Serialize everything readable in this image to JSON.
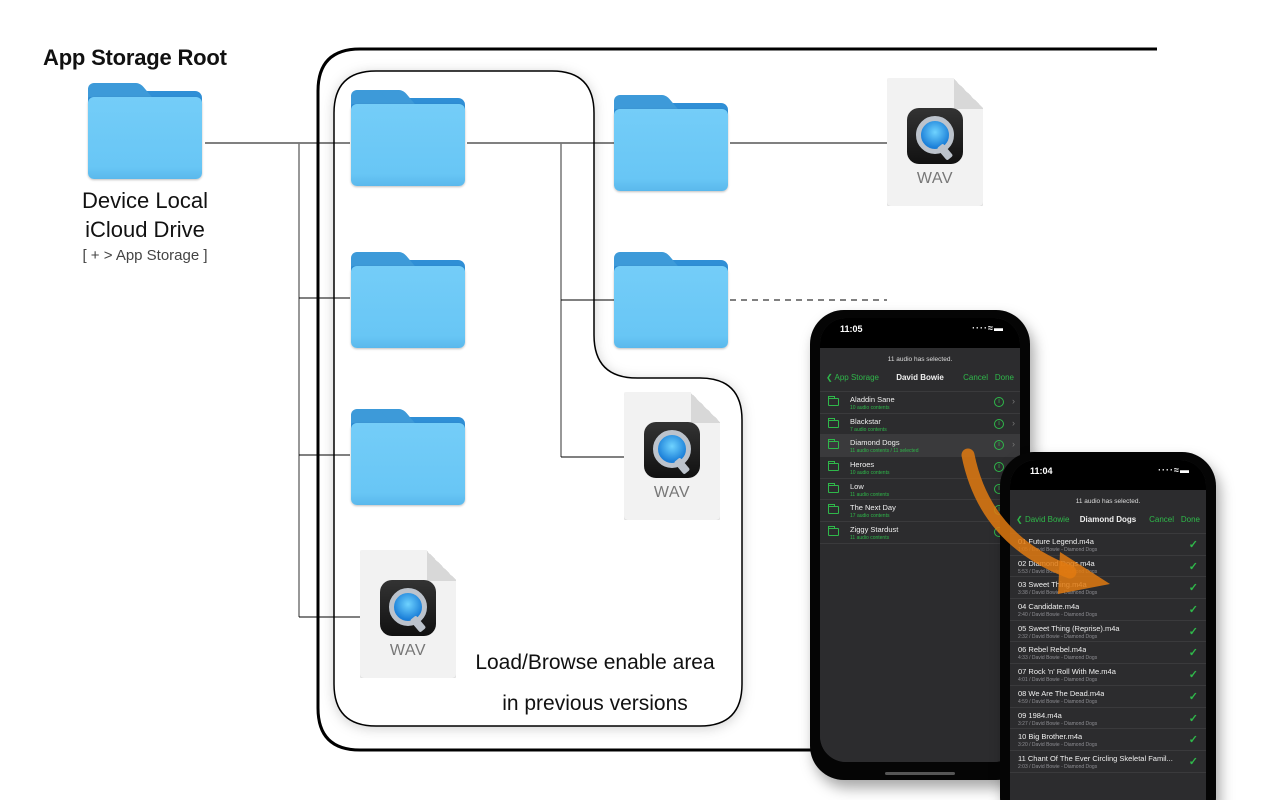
{
  "diagram": {
    "root_title": "App Storage Root",
    "root_label_line1": "Device Local",
    "root_label_line2": "iCloud Drive",
    "root_sublabel": "[ + > App Storage ]",
    "area_caption_line1": "Load/Browse enable area",
    "area_caption_line2": "in previous versions",
    "file_type_label": "WAV",
    "icons": {
      "folder": "folder-icon",
      "audio_file": "quicktime-wav-file-icon"
    },
    "colors": {
      "folder_blue": "#68c6f5",
      "accent_green": "#2fb84a",
      "arrow_orange": "#e07a10"
    }
  },
  "phone_albums": {
    "time": "11:05",
    "selection_message": "11 audio has selected.",
    "nav": {
      "back_label": "App Storage",
      "title": "David Bowie",
      "cancel_label": "Cancel",
      "done_label": "Done"
    },
    "albums": [
      {
        "name": "Aladdin Sane",
        "detail": "10 audio contents"
      },
      {
        "name": "Blackstar",
        "detail": "7 audio contents"
      },
      {
        "name": "Diamond Dogs",
        "detail": "11 audio contents / 11 selected"
      },
      {
        "name": "Heroes",
        "detail": "10 audio contents"
      },
      {
        "name": "Low",
        "detail": "11 audio contents"
      },
      {
        "name": "The Next Day",
        "detail": "17 audio contents"
      },
      {
        "name": "Ziggy Stardust",
        "detail": "11 audio contents"
      }
    ]
  },
  "phone_tracks": {
    "time": "11:04",
    "selection_message": "11 audio has selected.",
    "nav": {
      "back_label": "David Bowie",
      "title": "Diamond Dogs",
      "cancel_label": "Cancel",
      "done_label": "Done"
    },
    "tracks": [
      {
        "name": "01 Future Legend.m4a",
        "detail": "1:05 / David Bowie - Diamond Dogs"
      },
      {
        "name": "02 Diamond Dogs.m4a",
        "detail": "5:53 / David Bowie - Diamond Dogs"
      },
      {
        "name": "03 Sweet Thing.m4a",
        "detail": "3:38 / David Bowie - Diamond Dogs"
      },
      {
        "name": "04 Candidate.m4a",
        "detail": "2:40 / David Bowie - Diamond Dogs"
      },
      {
        "name": "05 Sweet Thing (Reprise).m4a",
        "detail": "2:32 / David Bowie - Diamond Dogs"
      },
      {
        "name": "06 Rebel Rebel.m4a",
        "detail": "4:33 / David Bowie - Diamond Dogs"
      },
      {
        "name": "07 Rock 'n' Roll With Me.m4a",
        "detail": "4:01 / David Bowie - Diamond Dogs"
      },
      {
        "name": "08 We Are The Dead.m4a",
        "detail": "4:59 / David Bowie - Diamond Dogs"
      },
      {
        "name": "09 1984.m4a",
        "detail": "3:27 / David Bowie - Diamond Dogs"
      },
      {
        "name": "10 Big Brother.m4a",
        "detail": "3:20 / David Bowie - Diamond Dogs"
      },
      {
        "name": "11 Chant Of The Ever Circling Skeletal Famil...",
        "detail": "2:03 / David Bowie - Diamond Dogs"
      }
    ]
  }
}
